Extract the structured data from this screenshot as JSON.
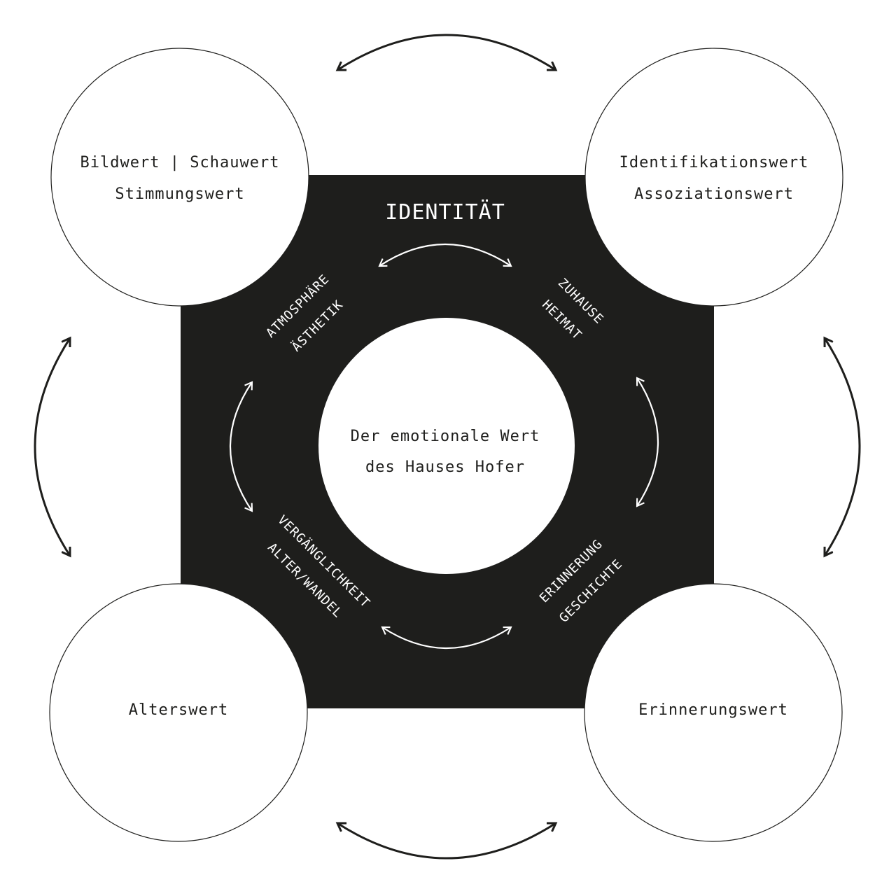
{
  "colors": {
    "background": "#ffffff",
    "square": "#1e1e1c",
    "ink": "#1e1e1c",
    "light_ink": "#ffffff"
  },
  "identity_label": "IDENTITÄT",
  "center": {
    "line1": "Der emotionale Wert",
    "line2": "des Hauses Hofer"
  },
  "outer_circles": {
    "top_left": {
      "line1": "Bildwert | Schauwert",
      "line2": "Stimmungswert"
    },
    "top_right": {
      "line1": "Identifikationswert",
      "line2": "Assoziationswert"
    },
    "bottom_left": {
      "line1": "Alterswert"
    },
    "bottom_right": {
      "line1": "Erinnerungswert"
    }
  },
  "inner_labels": {
    "top_left": {
      "line1": "ATMOSPHÄRE",
      "line2": "ÄSTHETIK"
    },
    "top_right": {
      "line1": "ZUHAUSE",
      "line2": "HEIMAT"
    },
    "bottom_left": {
      "line1": "VERGÄNGLICHKEIT",
      "line2": "ALTER/WANDEL"
    },
    "bottom_right": {
      "line1": "ERINNERUNG",
      "line2": "GESCHICHTE"
    }
  }
}
